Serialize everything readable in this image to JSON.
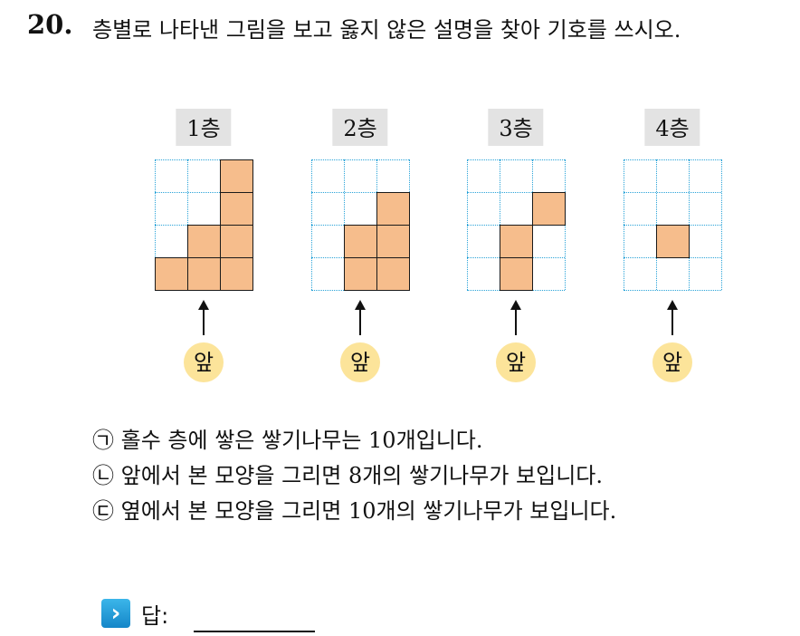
{
  "question": {
    "number": "20.",
    "text": "층별로 나타낸 그림을 보고 옳지 않은 설명을 찾아 기호를 쓰시오."
  },
  "floors": [
    {
      "label": "1층",
      "front": "앞",
      "blocks": [
        [
          2,
          0
        ],
        [
          2,
          1
        ],
        [
          1,
          2
        ],
        [
          2,
          2
        ],
        [
          0,
          3
        ],
        [
          1,
          3
        ],
        [
          2,
          3
        ]
      ]
    },
    {
      "label": "2층",
      "front": "앞",
      "blocks": [
        [
          2,
          1
        ],
        [
          1,
          2
        ],
        [
          2,
          2
        ],
        [
          1,
          3
        ],
        [
          2,
          3
        ]
      ]
    },
    {
      "label": "3층",
      "front": "앞",
      "blocks": [
        [
          2,
          1
        ],
        [
          1,
          2
        ],
        [
          1,
          3
        ]
      ]
    },
    {
      "label": "4층",
      "front": "앞",
      "blocks": [
        [
          1,
          2
        ]
      ]
    }
  ],
  "grid": {
    "cols": 3,
    "rows": 4,
    "line_color": "#29a3d8",
    "block_color": "#f6bd8c"
  },
  "statements": [
    "㉠ 홀수 층에 쌓은 쌓기나무는 10개입니다.",
    "㉡ 앞에서 본 모양을 그리면 8개의 쌓기나무가 보입니다.",
    "㉢ 옆에서 본 모양을 그리면 10개의 쌓기나무가 보입니다."
  ],
  "answer": {
    "icon": "›",
    "label": "답:"
  }
}
